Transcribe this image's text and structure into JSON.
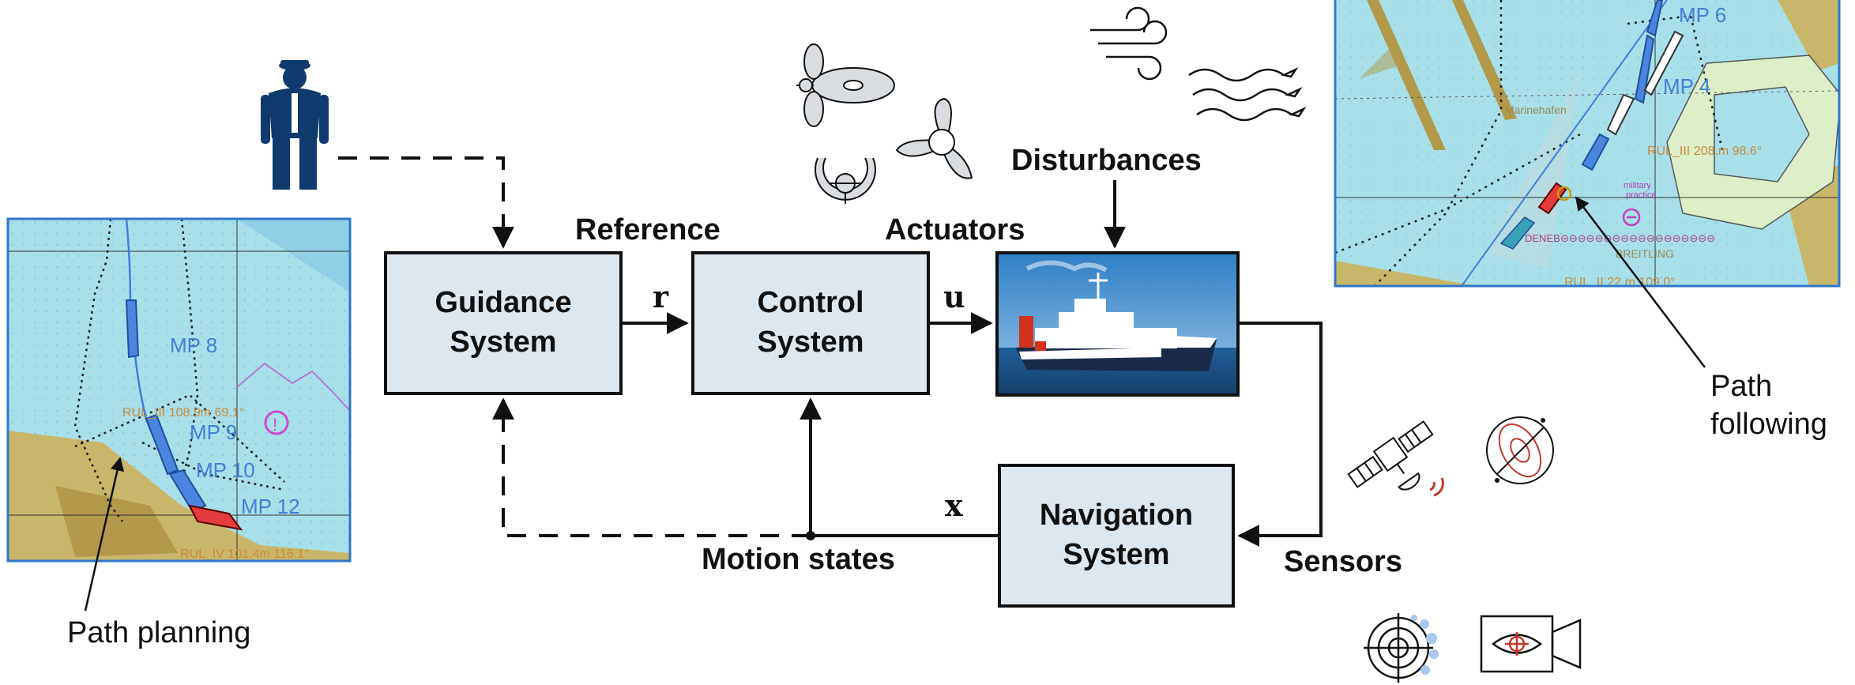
{
  "blocks": {
    "guidance": [
      "Guidance",
      "System"
    ],
    "control": [
      "Control",
      "System"
    ],
    "navigation": [
      "Navigation",
      "System"
    ]
  },
  "labels": {
    "reference": "Reference",
    "actuators": "Actuators",
    "disturbances": "Disturbances",
    "sensors": "Sensors",
    "motion_states": "Motion states"
  },
  "signals": {
    "r": "r",
    "u": "u",
    "x": "x"
  },
  "captions": {
    "path_planning": "Path planning",
    "path_following": [
      "Path",
      "following"
    ]
  },
  "left_map": {
    "waypoints": [
      "MP 8",
      "MP 9",
      "MP 10",
      "MP 12"
    ],
    "route_labels": [
      "RUL_III 108.9m 69.1°",
      "RUL_IV 101.4m 116.1°"
    ]
  },
  "right_map": {
    "waypoints": [
      "MP 6",
      "MP 4"
    ],
    "place_labels": [
      "Marinehafen",
      "military",
      "practice",
      "DENEB",
      "BREITLING"
    ],
    "route_labels": [
      "RUL_III 208.m 98.6°",
      "RUL_II 22.m 109.0°"
    ]
  },
  "icons": [
    "captain-icon",
    "propeller-pod-icon",
    "propeller-icon",
    "steering-wheel-icon",
    "wind-icon",
    "waves-icon",
    "ship-photo",
    "satellite-icon",
    "gyroscope-icon",
    "radar-icon",
    "camera-icon"
  ],
  "colors": {
    "block_fill": "#dde7f0",
    "sea": "#a8e0ea",
    "land": "#c8b76a",
    "route": "#3d7fdc"
  }
}
